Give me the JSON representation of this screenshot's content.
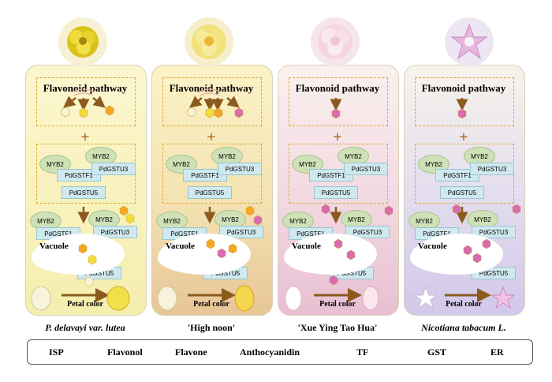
{
  "panels": [
    {
      "caption": "P. delavayi var. lutea",
      "fp_title": "Flavonoid pathway",
      "vacuole": "Vacuole",
      "petal_color": "Petal color"
    },
    {
      "caption": "'High noon'",
      "fp_title": "Flavonoid pathway",
      "vacuole": "Vacuole",
      "petal_color": "Petal color"
    },
    {
      "caption": "'Xue Ying Tao Hua'",
      "fp_title": "Flavonoid pathway",
      "vacuole": "Vacuole",
      "petal_color": "Petal color"
    },
    {
      "caption": "Nicotiana tabacum L.",
      "fp_title": "Flavonoid pathway",
      "vacuole": "Vacuole",
      "petal_color": "Petal color"
    }
  ],
  "labels": {
    "myb2": "MYB2",
    "pdgstf1": "PdGSTF1",
    "pdgstu3": "PdGSTU3",
    "pdgstu5": "PdGSTU5"
  },
  "legend": [
    {
      "label": "ISP",
      "symbol": "hexagon",
      "color": "#f5a623"
    },
    {
      "label": "Flavonol",
      "symbol": "hexagon",
      "color": "#f3dc3c"
    },
    {
      "label": "Flavone",
      "symbol": "hexagon",
      "color": "#f8f5d8"
    },
    {
      "label": "Anthocyanidin",
      "symbol": "hexagon",
      "color": "#d96bb0"
    },
    {
      "label": "TF",
      "symbol": "ellipse",
      "color": "#cfe1b7"
    },
    {
      "label": "GST",
      "symbol": "rect",
      "color": "#cfe9ee"
    },
    {
      "label": "ER",
      "symbol": "er",
      "color": "#e8b4ae"
    }
  ]
}
